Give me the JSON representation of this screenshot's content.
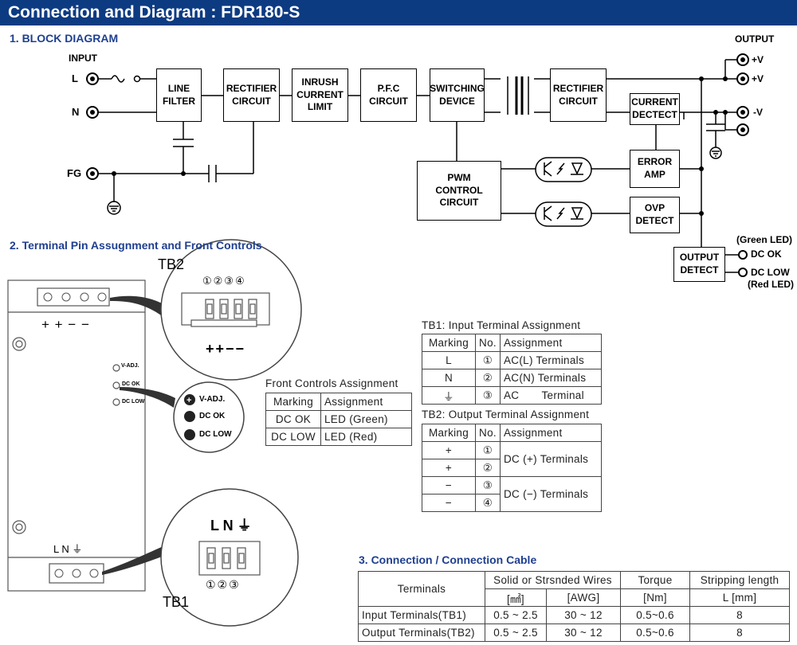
{
  "header": {
    "title": "Connection and Diagram : FDR180-S",
    "color": "#0d3b82"
  },
  "block_diagram": {
    "title": "1. BLOCK DIAGRAM",
    "input_label": "INPUT",
    "output_label": "OUTPUT",
    "pins": {
      "l": "L",
      "n": "N",
      "fg": "FG"
    },
    "outputs": {
      "vp1": "+V",
      "vp2": "+V",
      "vm": "-V"
    },
    "blocks": {
      "line_filter": "LINE\nFILTER",
      "rectifier1": "RECTIFIER\nCIRCUIT",
      "inrush": "INRUSH\nCURRENT\nLIMIT",
      "pfc": "P.F.C\nCIRCUIT",
      "switching": "SWITCHING\nDEVICE",
      "rectifier2": "RECTIFIER\nCIRCUIT",
      "current": "CURRENT\nDECTECT",
      "error": "ERROR\nAMP",
      "pwm": "PWM\nCONTROL\nCIRCUIT",
      "ovp": "OVP\nDETECT",
      "output_detect": "OUTPUT\nDETECT"
    },
    "led": {
      "green_note": "(Green LED)",
      "dc_ok": "DC OK",
      "dc_low": "DC LOW",
      "red_note": "(Red LED)"
    }
  },
  "section2": {
    "title": "2. Terminal Pin Assugnment and Front Controls",
    "tb2_label": "TB2",
    "tb1_label": "TB1",
    "tb2_numbers": "①②③④",
    "tb2_signs": "++−−",
    "tb2_body_signs": "+ + − −",
    "tb1_signs": "L N ⏚",
    "tb1_body_signs": "L  N  ⏚",
    "tb1_numbers": "①②③",
    "controls": {
      "vadj": "V-ADJ.",
      "dcok": "DC OK",
      "dclow": "DC LOW"
    }
  },
  "front_controls": {
    "title": "Front Controls Assignment",
    "headers": [
      "Marking",
      "Assignment"
    ],
    "rows": [
      [
        "DC OK",
        "LED (Green)"
      ],
      [
        "DC LOW",
        "LED (Red)"
      ]
    ]
  },
  "tb1_table": {
    "title": "TB1: Input Terminal Assignment",
    "headers": [
      "Marking",
      "No.",
      "Assignment"
    ],
    "rows": [
      [
        "L",
        "①",
        "AC(L)  Terminals"
      ],
      [
        "N",
        "②",
        "AC(N)  Terminals"
      ],
      [
        "⏚",
        "③",
        "AC       Terminal"
      ]
    ]
  },
  "tb2_table": {
    "title": "TB2: Output Terminal Assignment",
    "headers": [
      "Marking",
      "No.",
      "Assignment"
    ],
    "rows": [
      [
        "+",
        "①"
      ],
      [
        "+",
        "②"
      ],
      [
        "−",
        "③"
      ],
      [
        "−",
        "④"
      ]
    ],
    "groups": [
      "DC (+) Terminals",
      "DC (−) Terminals"
    ]
  },
  "cable": {
    "title": "3. Connection / Connection Cable",
    "h_terminals": "Terminals",
    "h_wires": "Solid or Strsnded Wires",
    "h_torque": "Torque",
    "h_strip": "Stripping length",
    "u_mm": "[㎟]",
    "u_awg": "[AWG]",
    "u_nm": "[Nm]",
    "u_len": "L [mm]",
    "rows": [
      [
        "Input Terminals(TB1)",
        "0.5 ~ 2.5",
        "30 ~ 12",
        "0.5~0.6",
        "8"
      ],
      [
        "Output Terminals(TB2)",
        "0.5 ~ 2.5",
        "30 ~ 12",
        "0.5~0.6",
        "8"
      ]
    ]
  }
}
